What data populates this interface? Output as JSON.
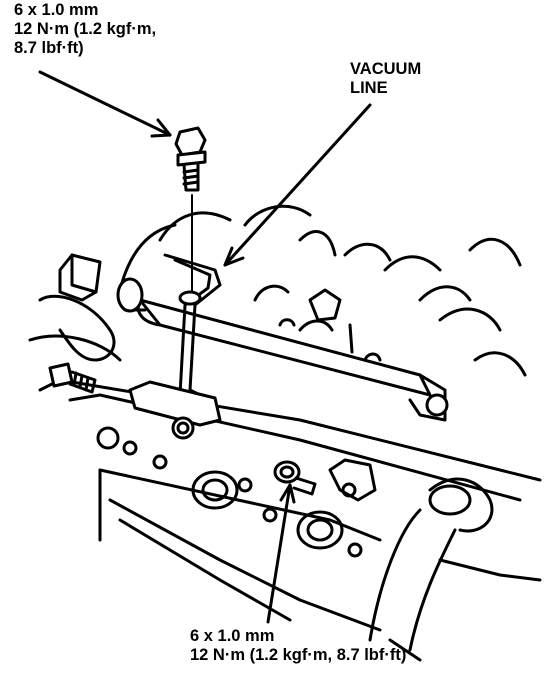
{
  "callouts": {
    "upper_bolt": {
      "line1": "6 x 1.0 mm",
      "line2": "12 N·m (1.2 kgf·m,",
      "line3": "8.7 lbf·ft)"
    },
    "vacuum_line": {
      "line1": "VACUUM",
      "line2": "LINE"
    },
    "lower_bolt": {
      "line1": "6 x 1.0 mm",
      "line2": "12 N·m (1.2 kgf·m, 8.7 lbf·ft)"
    }
  },
  "colors": {
    "ink": "#000000",
    "paper": "#ffffff"
  }
}
